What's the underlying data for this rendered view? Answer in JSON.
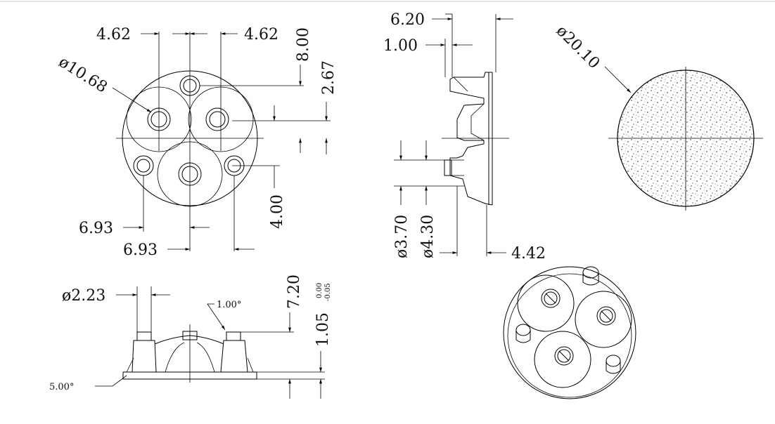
{
  "front_view": {
    "dim_left_top": "4.62",
    "dim_right_top": "4.62",
    "dim_diameter": "ø10.68",
    "dim_vertical_top": "8.00",
    "dim_vertical_mid": "2.67",
    "dim_vertical_low": "4.00",
    "dim_left_bottom": "6.93",
    "dim_center_bottom": "6.93"
  },
  "side_view": {
    "dim_top": "6.20",
    "dim_step": "1.00",
    "dim_d1": "ø3.70",
    "dim_d2": "ø4.30",
    "dim_right_bottom": "4.42"
  },
  "disc_view": {
    "dim_diameter": "ø20.10"
  },
  "bottom_view": {
    "dim_pin_diameter": "ø2.23",
    "dim_height": "7.20",
    "dim_base": "1.05",
    "tol_upper": "0.00",
    "tol_lower": "-0.05",
    "angle_top": "1.00°",
    "angle_bottom": "5.00°"
  }
}
